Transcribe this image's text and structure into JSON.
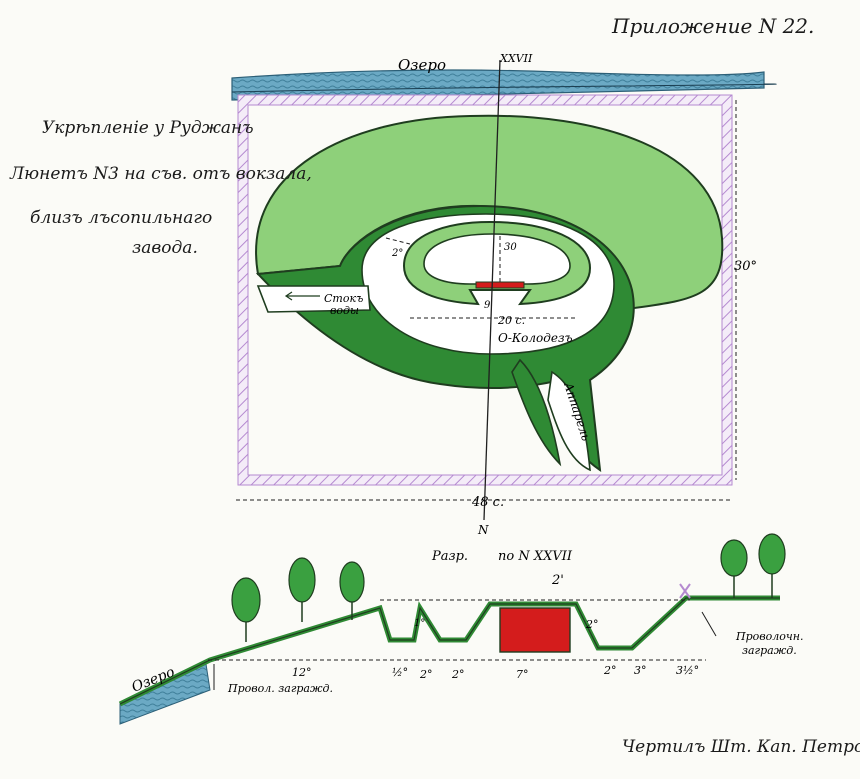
{
  "header": {
    "appendix_label": "Приложение N 22."
  },
  "title_block": {
    "line1": "Укрѣпленіе у Руджанъ",
    "line2": "Люнетъ N3 на съв. отъ вокзала,",
    "line3": "близъ лъсопильнаго",
    "line4": "завода."
  },
  "plan": {
    "lake_label": "Озеро",
    "section_marker": "XXVII",
    "north_marker": "N",
    "drain_label_1": "Стокъ",
    "drain_label_2": "воды",
    "well_label": "О-Колодезъ",
    "approach_label": "Аппарель",
    "dim_width_total": "48 с.",
    "dim_side": "30°",
    "dim_inner_width": "20 с.",
    "dim_depth": "30",
    "dim_small_1": "9",
    "dim_small_2": "2°"
  },
  "section": {
    "title_prefix": "Разр.",
    "title_suffix": "по N XXVII",
    "lake_label": "Озеро",
    "wire_left_label": "Провол. загражд.",
    "wire_right_label_1": "Проволочн.",
    "wire_right_label_2": "загражд.",
    "dims": [
      "12°",
      "½°",
      "2°",
      "2°",
      "7°",
      "2°",
      "3°",
      "3½°"
    ],
    "dim_top": "2'",
    "dim_height": "2°",
    "dim_ditch": "1°"
  },
  "signature": "Чертилъ Шт. Кап. Петровъ",
  "colors": {
    "earthwork_light": "#8ed07a",
    "earthwork_dark": "#2f8a34",
    "outline": "#1f3d1f",
    "fence": "#b58ad0",
    "lake": "#6ba9c4",
    "blockhouse": "#d41c1c"
  }
}
